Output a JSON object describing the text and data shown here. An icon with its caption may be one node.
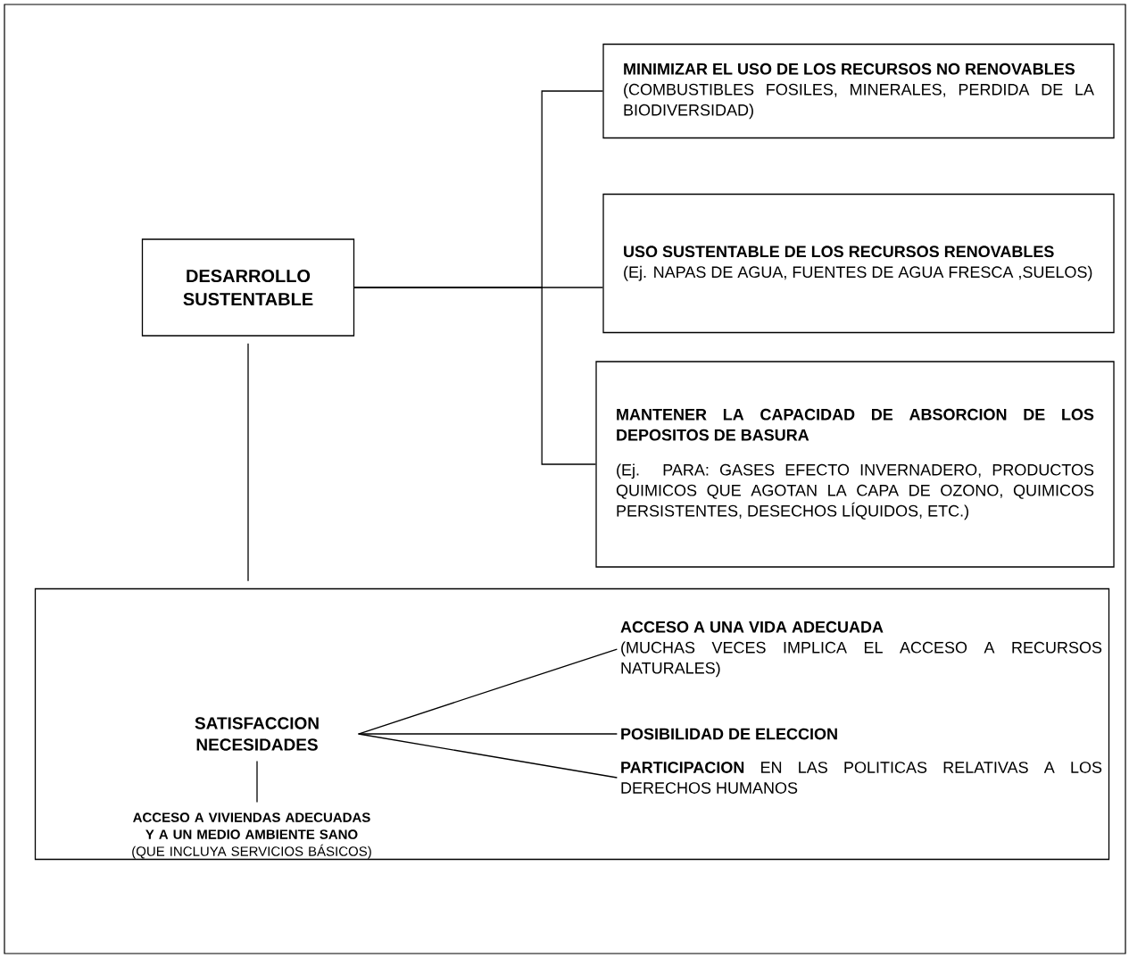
{
  "diagram": {
    "nodes": [
      {
        "text": [
          "DESARROLLO SUSTENTABLE"
        ]
      },
      {
        "text": [
          "MINIMIZAR EL USO DE LOS RECURSOS NO RENOVABLES",
          "(COMBUSTIBLES FOSILES, MINERALES, PERDIDA DE LA BIODIVERSIDAD)"
        ]
      },
      {
        "text": [
          "USO SUSTENTABLE DE LOS RECURSOS RENOVABLES",
          "(Ej. NAPAS DE AGUA, FUENTES DE AGUA FRESCA ,SUELOS)"
        ]
      },
      {
        "text": [
          "MANTENER LA CAPACIDAD DE ABSORCION DE LOS DEPOSITOS DE BASURA",
          "(Ej. PARA: GASES EFECTO INVERNADERO, PRODUCTOS QUIMICOS QUE AGOTAN LA CAPA DE OZONO, QUIMICOS PERSISTENTES, DESECHOS LÍQUIDOS, ETC.)"
        ]
      },
      {
        "text": [],
        "shape": "box"
      },
      {
        "text": [
          "SATISFACCION NECESIDADES"
        ],
        "in": 4
      },
      {
        "text": [
          "ACCESO A VIVIENDAS ADECUADAS Y A UN MEDIO AMBIENTE SANO",
          "(QUE INCLUYA SERVICIOS BÁSICOS)"
        ],
        "in": 4
      },
      {
        "text": [
          "ACCESO A UNA VIDA ADECUADA",
          "(MUCHAS VECES IMPLICA EL ACCESO A RECURSOS NATURALES)"
        ],
        "in": 4
      },
      {
        "text": [
          "POSIBILIDAD DE ELECCION"
        ],
        "in": 4
      },
      {
        "text": [
          "**PARTICIPACION** EN LAS POLITICAS RELATIVAS A LOS DERECHOS HUMANOS"
        ],
        "in": 4
      }
    ],
    "edges": [
      {
        "from": 0,
        "to": 1,
        "arrow": "none"
      },
      {
        "from": 0,
        "to": 2,
        "arrow": "none"
      },
      {
        "from": 0,
        "to": 3,
        "arrow": "none"
      },
      {
        "from": 0,
        "to": 4,
        "arrow": "none"
      },
      {
        "from": 5,
        "to": 6,
        "arrow": "none"
      },
      {
        "from": 5,
        "to": 7,
        "arrow": "none"
      },
      {
        "from": 5,
        "to": 8,
        "arrow": "none"
      },
      {
        "from": 5,
        "to": 9,
        "arrow": "none"
      }
    ]
  }
}
